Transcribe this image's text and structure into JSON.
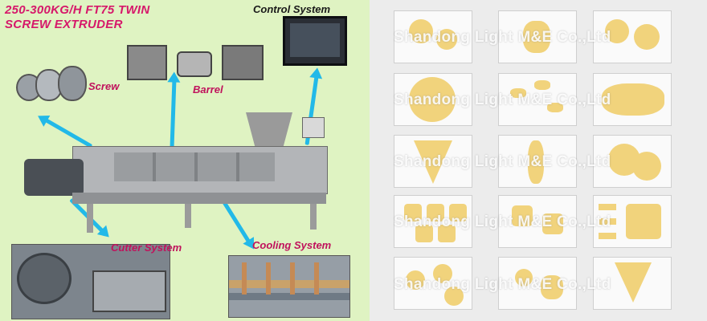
{
  "title": {
    "line1": "250-300KG/H FT75 TWIN",
    "line2": "SCREW EXTRUDER"
  },
  "labels": {
    "control": "Control System",
    "screw": "Screw",
    "barrel": "Barrel",
    "cutter": "Cutter System",
    "cooling": "Cooling System"
  },
  "watermark": "Shandong Light M&E Co.,Ltd",
  "colors": {
    "left_bg": "#dff3c2",
    "title": "#d6186a",
    "arrow": "#22b9e8",
    "right_bg": "#ececec",
    "snack": "#f1d37c"
  }
}
